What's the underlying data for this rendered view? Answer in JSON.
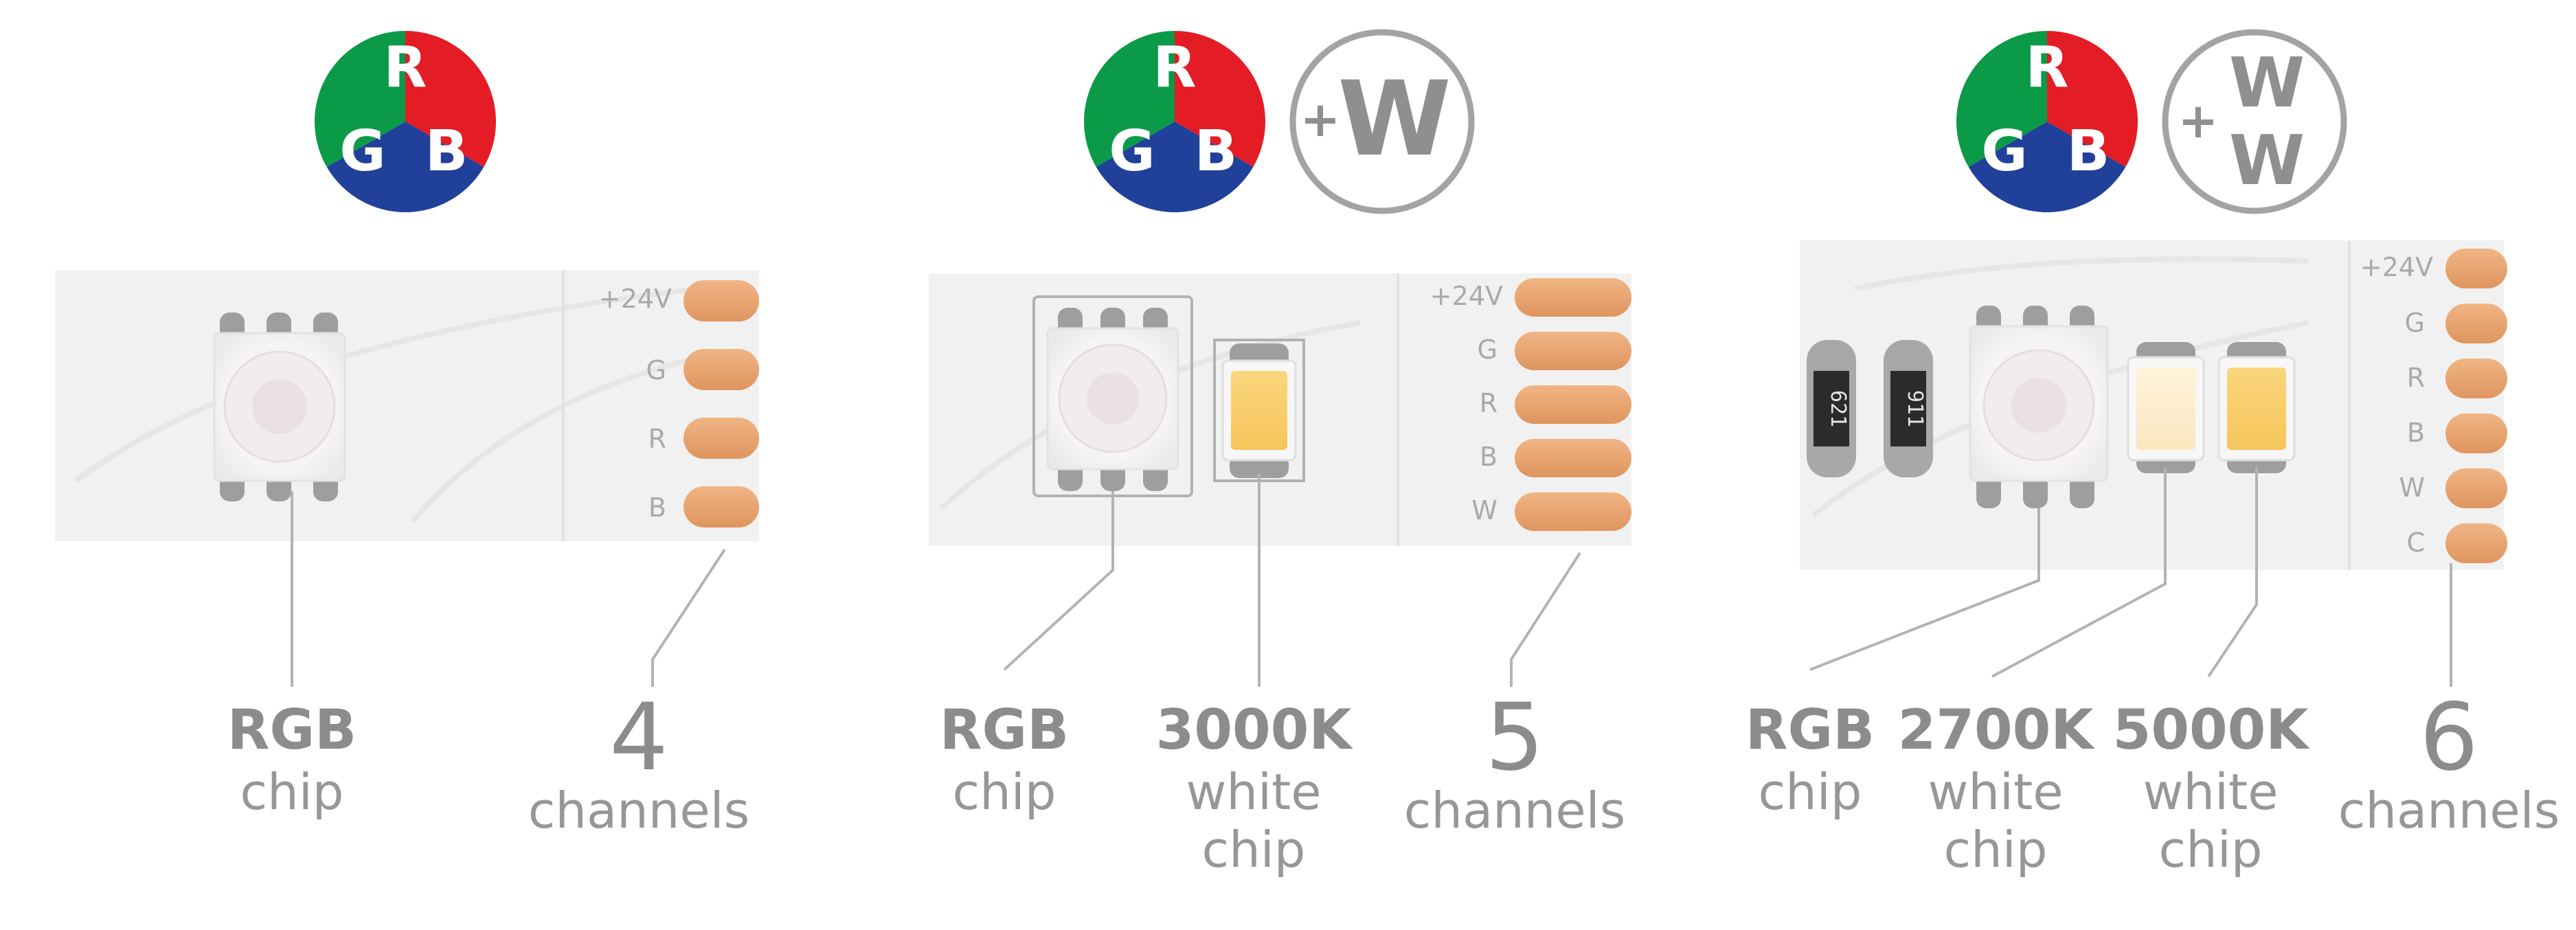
{
  "colors": {
    "red": "#e31c25",
    "green": "#0b9a48",
    "blue": "#21409a",
    "copper": "#e9a26e",
    "gray_text": "#8c8c8c",
    "strip_bg": "#f1f1f1"
  },
  "badges": {
    "rgb_letters": {
      "r": "R",
      "g": "G",
      "b": "B"
    },
    "w_plus": "+",
    "w_letter": "W"
  },
  "panels": [
    {
      "pad_labels": [
        "+24V",
        "G",
        "R",
        "B"
      ],
      "chip_labels": [
        {
          "name": "RGB",
          "desc": [
            "chip"
          ]
        }
      ],
      "channel_count": "4",
      "channel_word": "channels"
    },
    {
      "pad_labels": [
        "+24V",
        "G",
        "R",
        "B",
        "W"
      ],
      "chip_labels": [
        {
          "name": "RGB",
          "desc": [
            "chip"
          ]
        },
        {
          "name": "3000K",
          "desc": [
            "white",
            "chip"
          ]
        }
      ],
      "channel_count": "5",
      "channel_word": "channels"
    },
    {
      "pad_labels": [
        "+24V",
        "G",
        "R",
        "B",
        "W",
        "C"
      ],
      "resistor_labels": [
        "621",
        "911"
      ],
      "chip_labels": [
        {
          "name": "RGB",
          "desc": [
            "chip"
          ]
        },
        {
          "name": "2700K",
          "desc": [
            "white",
            "chip"
          ]
        },
        {
          "name": "5000K",
          "desc": [
            "white",
            "chip"
          ]
        }
      ],
      "channel_count": "6",
      "channel_word": "channels"
    }
  ]
}
